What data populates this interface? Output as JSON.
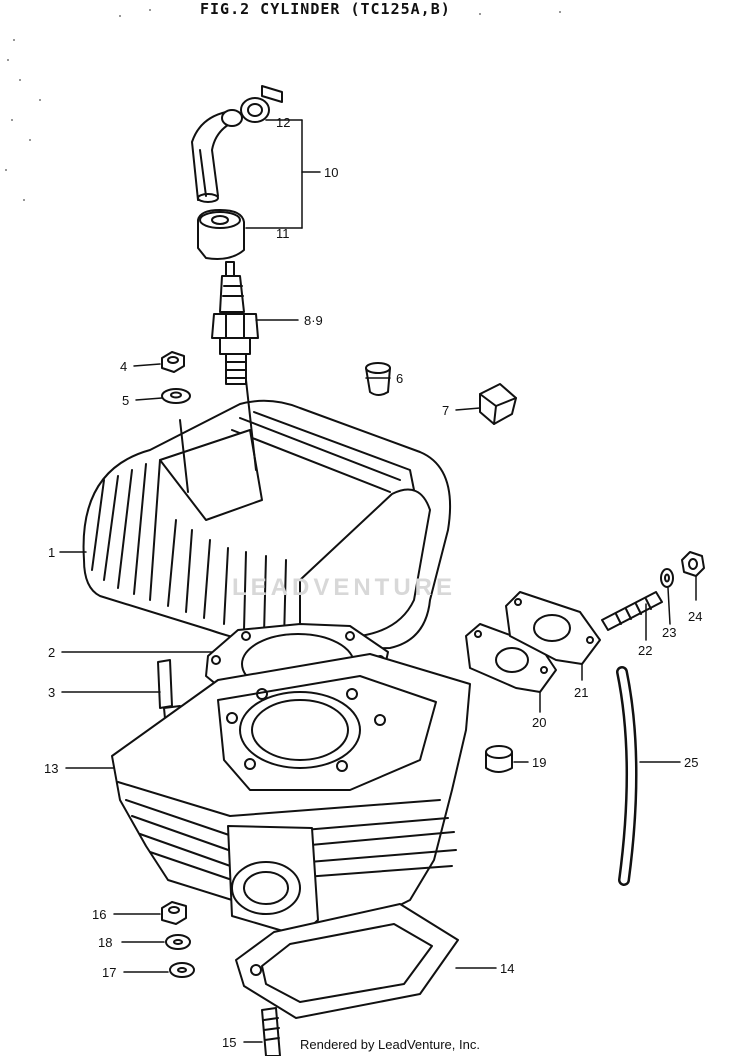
{
  "title": "FIG.2  CYLINDER (TC125A,B)",
  "footer": "Rendered by LeadVenture, Inc.",
  "watermark": "LEADVENTURE",
  "callouts": [
    {
      "id": "c1",
      "label": "1"
    },
    {
      "id": "c2",
      "label": "2"
    },
    {
      "id": "c3",
      "label": "3"
    },
    {
      "id": "c4",
      "label": "4"
    },
    {
      "id": "c5",
      "label": "5"
    },
    {
      "id": "c6",
      "label": "6"
    },
    {
      "id": "c7",
      "label": "7"
    },
    {
      "id": "c89",
      "label": "8·9"
    },
    {
      "id": "c10",
      "label": "10"
    },
    {
      "id": "c11",
      "label": "11"
    },
    {
      "id": "c12",
      "label": "12"
    },
    {
      "id": "c13",
      "label": "13"
    },
    {
      "id": "c14",
      "label": "14"
    },
    {
      "id": "c15",
      "label": "15"
    },
    {
      "id": "c16",
      "label": "16"
    },
    {
      "id": "c17",
      "label": "17"
    },
    {
      "id": "c18",
      "label": "18"
    },
    {
      "id": "c19",
      "label": "19"
    },
    {
      "id": "c20",
      "label": "20"
    },
    {
      "id": "c21",
      "label": "21"
    },
    {
      "id": "c22",
      "label": "22"
    },
    {
      "id": "c23",
      "label": "23"
    },
    {
      "id": "c24",
      "label": "24"
    },
    {
      "id": "c25",
      "label": "25"
    }
  ]
}
